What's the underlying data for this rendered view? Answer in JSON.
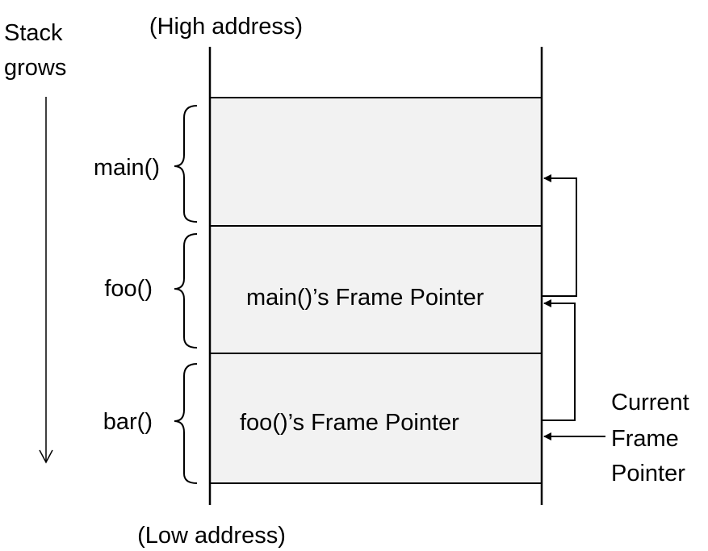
{
  "labels": {
    "high_address": "(High address)",
    "low_address": "(Low address)",
    "stack_grows_line1": "Stack",
    "stack_grows_line2": "grows",
    "current_fp_line1": "Current",
    "current_fp_line2": "Frame",
    "current_fp_line3": "Pointer"
  },
  "frames": [
    {
      "name": "main()",
      "content": ""
    },
    {
      "name": "foo()",
      "content": "main()’s Frame Pointer"
    },
    {
      "name": "bar()",
      "content": "foo()’s Frame Pointer"
    }
  ],
  "colors": {
    "frame_fill": "#f2f2f2",
    "stroke": "#000000",
    "background": "#ffffff"
  }
}
